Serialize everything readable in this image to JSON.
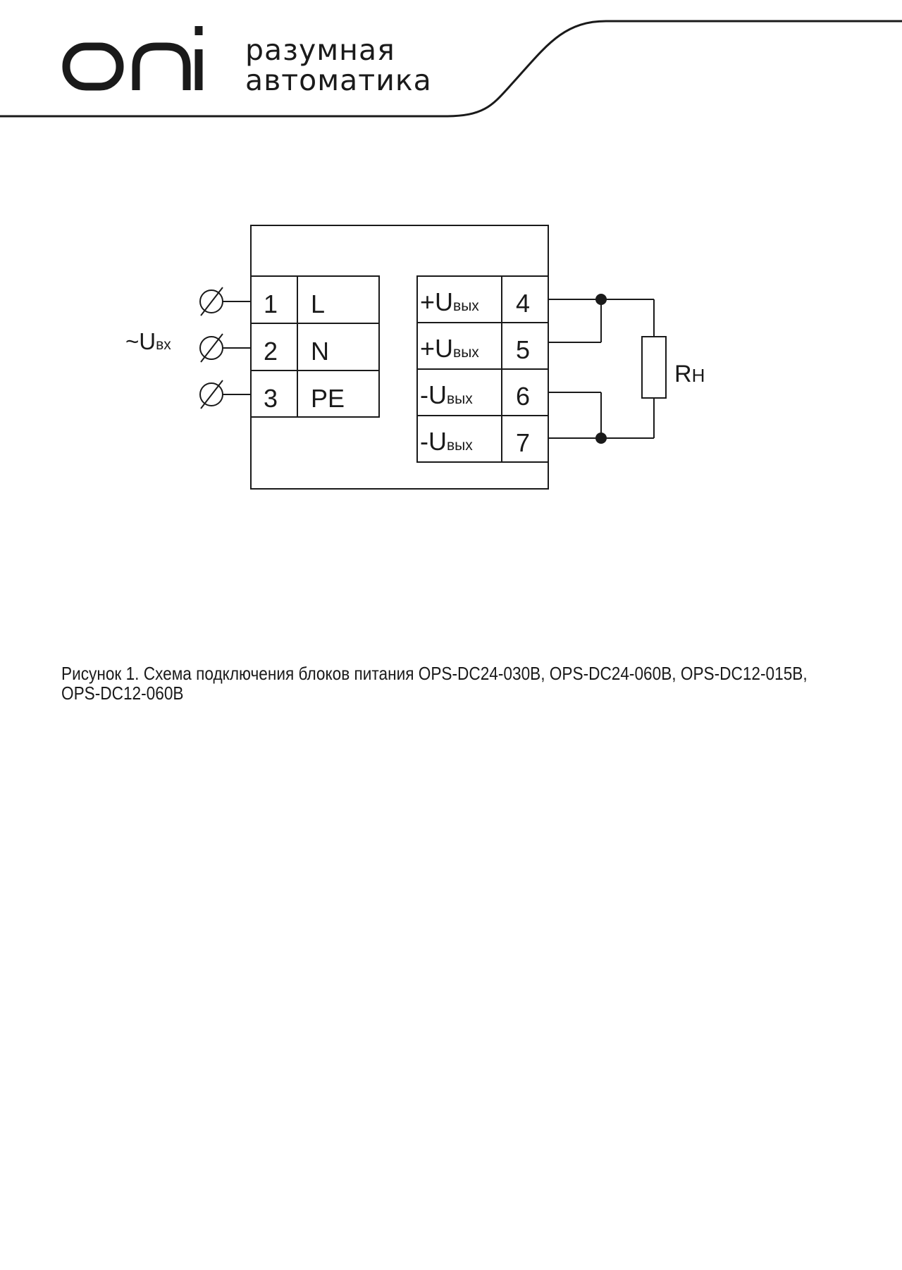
{
  "header": {
    "logo_word": "oni",
    "tagline_line1": "разумная",
    "tagline_line2": "автоматика"
  },
  "diagram": {
    "input_label": "~U",
    "input_label_sub": "вх",
    "input_terminals": [
      {
        "number": "1",
        "name": "L"
      },
      {
        "number": "2",
        "name": "N"
      },
      {
        "number": "3",
        "name": "PE"
      }
    ],
    "output_terminals": [
      {
        "sign": "+U",
        "sub": "вых",
        "number": "4"
      },
      {
        "sign": "+U",
        "sub": "вых",
        "number": "5"
      },
      {
        "sign": "-U",
        "sub": "вых",
        "number": "6"
      },
      {
        "sign": "-U",
        "sub": "вых",
        "number": "7"
      }
    ],
    "load_label": "R",
    "load_label_sub": "Н"
  },
  "caption": "Рисунок 1. Схема подключения блоков питания  OPS-DC24-030B, OPS-DC24-060B, OPS-DC12-015B, OPS-DC12-060B"
}
